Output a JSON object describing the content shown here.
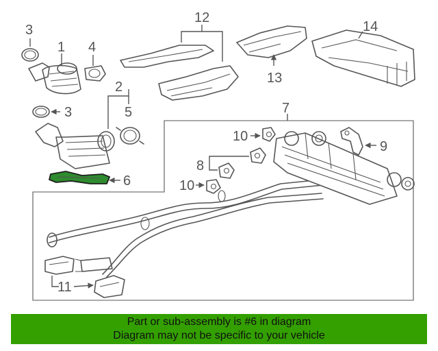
{
  "diagram": {
    "callouts": {
      "c1": "1",
      "c2": "2",
      "c3a": "3",
      "c3b": "3",
      "c4": "4",
      "c5": "5",
      "c6": "6",
      "c7": "7",
      "c8": "8",
      "c9": "9",
      "c10a": "10",
      "c10b": "10",
      "c11": "11",
      "c12": "12",
      "c13": "13",
      "c14": "14"
    },
    "highlight_color": "#2e8b2e"
  },
  "banner": {
    "line1": "Part or sub-assembly is #6 in diagram",
    "line2": "Diagram may not be specific to your vehicle",
    "background": "#33a000"
  }
}
